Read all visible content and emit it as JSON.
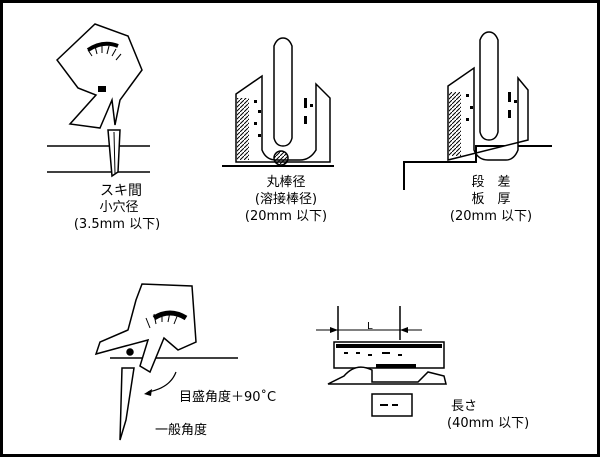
{
  "colors": {
    "ink": "#000000",
    "paper": "#ffffff"
  },
  "labels": {
    "gap": "スキ間",
    "small_hole": "小穴径",
    "small_hole_range": "(3.5mm 以下)",
    "round_bar": "丸棒径",
    "weld_rod": "(溶接棒径)",
    "round_bar_range": "(20mm 以下)",
    "step": "段　差",
    "plate": "板　厚",
    "step_range": "(20mm 以下)",
    "graduated_angle": "目盛角度＋90˚C",
    "general_angle": "一般角度",
    "length": "長さ",
    "length_range": "(40mm 以下)",
    "l_mark": "L"
  }
}
